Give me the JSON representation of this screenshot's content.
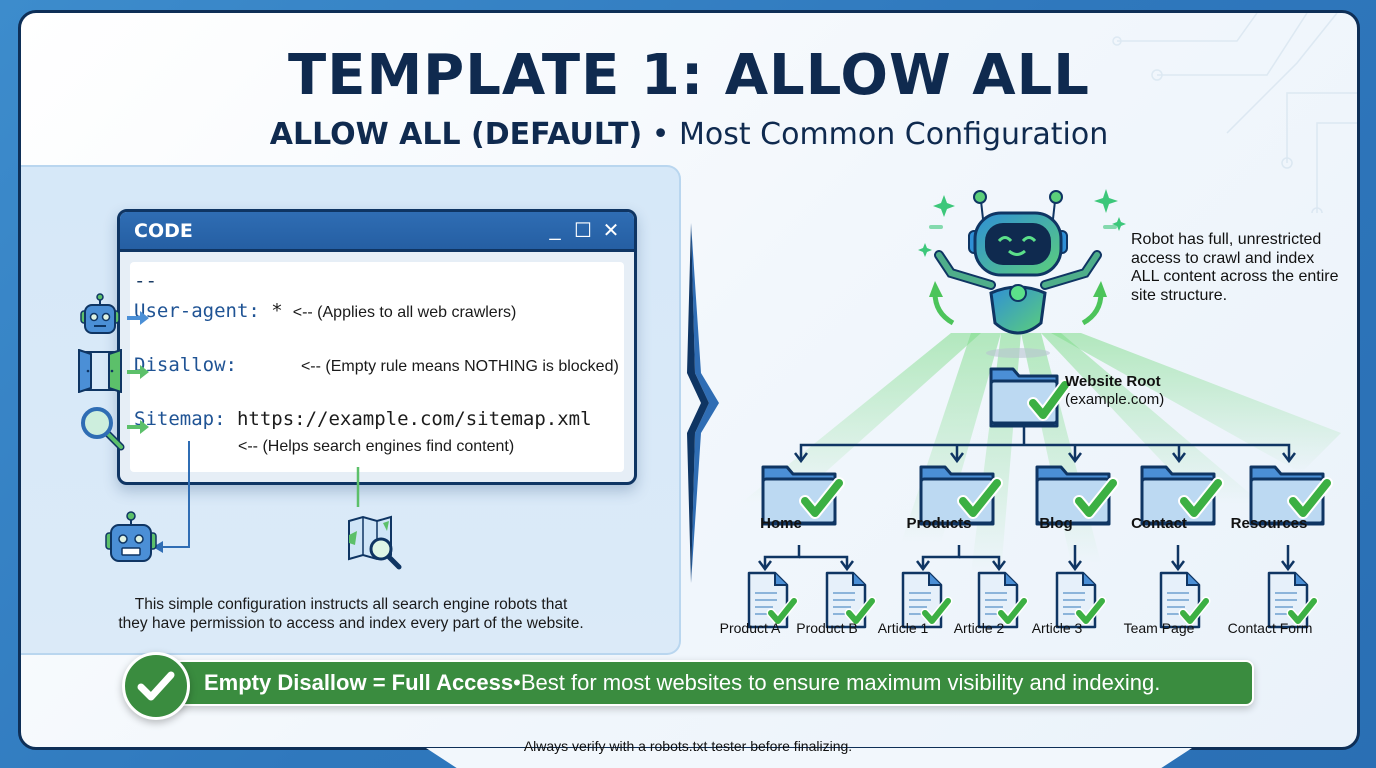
{
  "header": {
    "title": "TEMPLATE 1: ALLOW ALL",
    "subtitle_bold": "ALLOW ALL (DEFAULT)",
    "subtitle_sep": " • ",
    "subtitle_rest": "Most Common Configuration"
  },
  "code_window": {
    "title": "CODE",
    "controls": [
      "_",
      "☐",
      "✕"
    ],
    "lines": {
      "separator": "--",
      "user_agent_key": "User-agent:",
      "user_agent_val": " *",
      "user_agent_comment": "<-- (Applies to all web crawlers)",
      "disallow_key": "Disallow:",
      "disallow_comment": "<-- (Empty rule means NOTHING is blocked)",
      "sitemap_key": "Sitemap:",
      "sitemap_val": " https://example.com/sitemap.xml",
      "sitemap_comment": "<-- (Helps search engines find content)"
    }
  },
  "icons": {
    "user_agent": "robot-icon",
    "disallow": "open-door-icon",
    "sitemap": "magnifier-icon",
    "crawler": "robot-icon",
    "sitemap_map": "map-search-icon"
  },
  "left_panel": {
    "description_line1": "This simple configuration instructs all search engine robots that",
    "description_line2": "they have permission to access and index every part of the website."
  },
  "right_panel": {
    "robot_text": "Robot has full, unrestricted access to crawl and index ALL content across the entire site structure.",
    "root": {
      "label": "Website Root",
      "domain": "(example.com)"
    },
    "folders": [
      {
        "label": "Home",
        "children": [
          "Product A",
          "Product B"
        ]
      },
      {
        "label": "Products",
        "children": [
          "Article 1",
          "Article 2"
        ]
      },
      {
        "label": "Blog",
        "children": [
          "Article 3"
        ]
      },
      {
        "label": "Contact",
        "children": [
          "Team Page"
        ]
      },
      {
        "label": "Resources",
        "children": [
          "Contact Form"
        ]
      }
    ]
  },
  "banner": {
    "bold": "Empty Disallow = Full Access",
    "sep": " • ",
    "rest": "Best for most websites to ensure maximum visibility and indexing."
  },
  "footer": {
    "note": "Always verify with a robots.txt tester before finalizing."
  },
  "colors": {
    "navy": "#0f2a4f",
    "blue": "#2f6db4",
    "green": "#3a8c3f",
    "check_green": "#3cb043",
    "panel_bg": "#d6e8f8"
  }
}
